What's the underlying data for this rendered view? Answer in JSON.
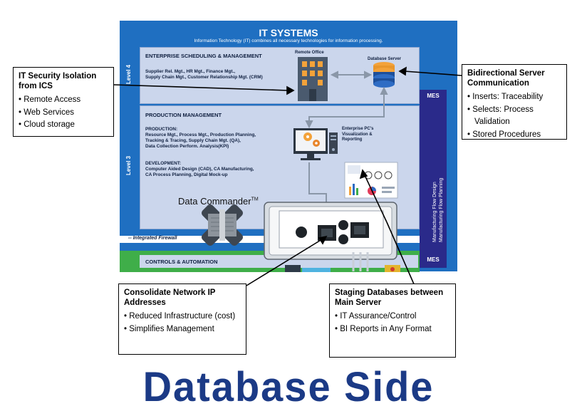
{
  "it_systems": {
    "title": "IT SYSTEMS",
    "subtitle": "Information Technology (IT) combines all necessary technologies for information processing."
  },
  "level4": {
    "tag": "Level 4",
    "heading": "ENTERPRISE SCHEDULING & MANAGEMENT",
    "text1": "Supplier Rel. Mgt., HR Mgt., Finance Mgt.,",
    "text2": "Supply Chain Mgt., Customer Relationship Mgt. (CRM)",
    "remote_office": "Remote Office",
    "database_server": "Database Server"
  },
  "level3": {
    "tag": "Level 3",
    "heading": "PRODUCTION MANAGEMENT",
    "production_label": "PRODUCTION:",
    "production_lines": [
      "Resource Mgt., Process Mgt., Production Planning,",
      "Tracking & Tracing, Supply Chain Mgt. (QA),",
      "Data Collection Perform. Analysis(KPI)"
    ],
    "development_label": "DEVELOPMENT:",
    "development_lines": [
      "Computer Aided Design (CAD), CA Manufacturing,",
      "CA Process Planning, Digital Mock-up"
    ],
    "enterprise_pcs": [
      "Enterprise PC's",
      "Visualization &",
      "Reporting"
    ]
  },
  "mes": {
    "top": "MES",
    "bottom": "MES",
    "line1": "Manufacturing Flow Design",
    "line2": "Manufacturing Flow Planning"
  },
  "data_commander": {
    "label": "Data Commander",
    "tm": "TM"
  },
  "firewall": "Integrated Firewall",
  "controls": "CONTROLS & AUTOMATION",
  "callouts": {
    "it_security": {
      "title": "IT Security Isolation from ICS",
      "items": [
        "Remote Access",
        "Web Services",
        "Cloud storage"
      ]
    },
    "bidirectional": {
      "title": "Bidirectional Server Communication",
      "items": [
        "Inserts: Traceability",
        "Selects: Process Validation",
        "Stored Procedures"
      ]
    },
    "consolidate": {
      "title": "Consolidate Network IP Addresses",
      "items": [
        "Reduced Infrastructure (cost)",
        "Simplifies Management"
      ]
    },
    "staging": {
      "title": "Staging Databases between Main Server",
      "items": [
        "IT Assurance/Control",
        "BI Reports in Any Format"
      ]
    }
  },
  "footer_title": "Database Side",
  "colors": {
    "it_blue": "#1f6fc1",
    "panel": "#cbd6ec",
    "mes_navy": "#2a2a8a",
    "green": "#3fae49",
    "title_blue": "#1b3a86"
  }
}
